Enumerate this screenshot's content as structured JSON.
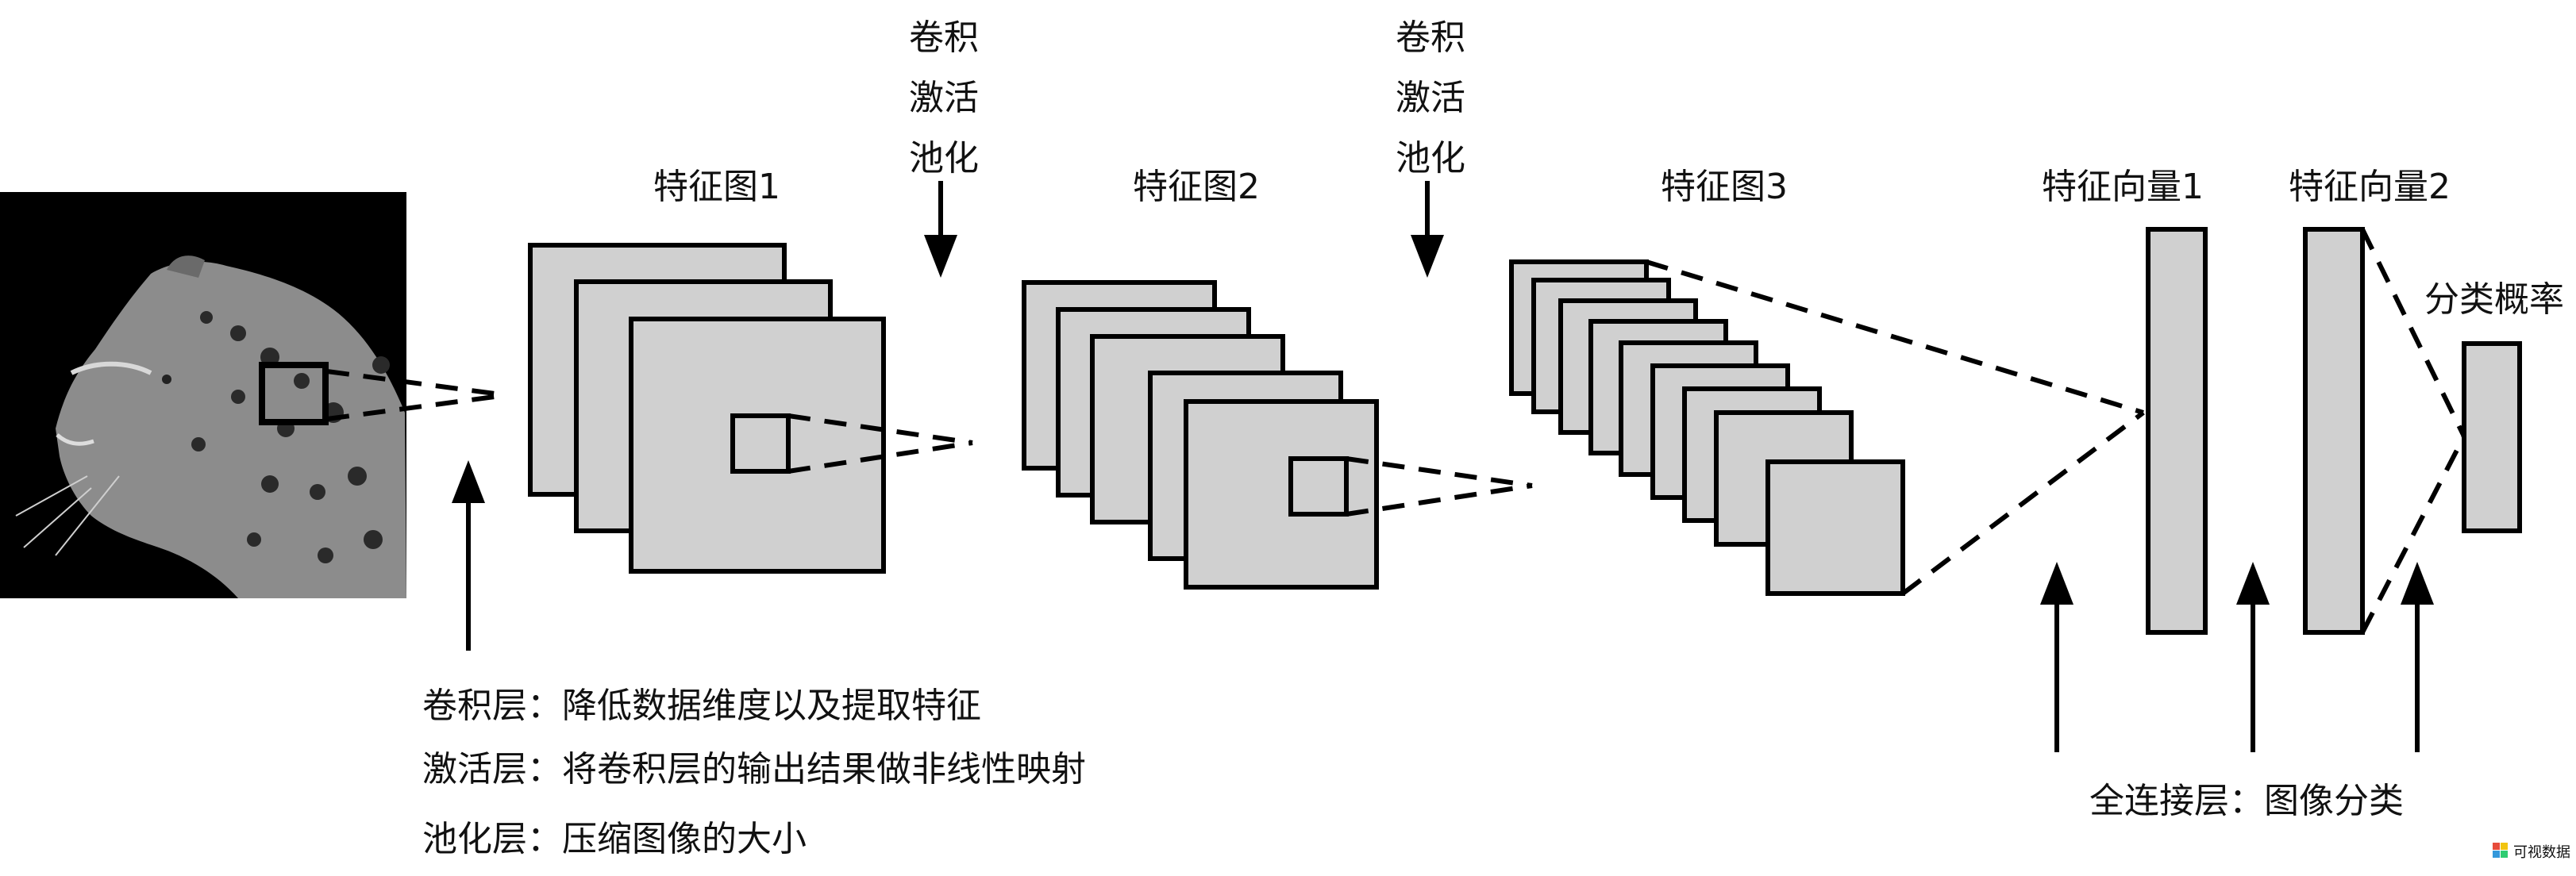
{
  "labels": {
    "feature_map_1": "特征图1",
    "feature_map_2": "特征图2",
    "feature_map_3": "特征图3",
    "feature_vector_1": "特征向量1",
    "feature_vector_2": "特征向量2",
    "class_probability": "分类概率",
    "ops_1": [
      "卷积",
      "激活",
      "池化"
    ],
    "ops_2": [
      "卷积",
      "激活",
      "池化"
    ]
  },
  "descriptions": {
    "conv": "卷积层：降低数据维度以及提取特征",
    "activation": "激活层：将卷积层的输出结果做非线性映射",
    "pooling": "池化层：压缩图像的大小",
    "fully_connected": "全连接层：图像分类"
  },
  "watermark": "可视数据",
  "colors": {
    "map_fill": "#d0d0d0",
    "stroke": "#000000",
    "photo_bg": "#000000"
  },
  "icons": {
    "input_image": "leopard-photo-icon"
  }
}
